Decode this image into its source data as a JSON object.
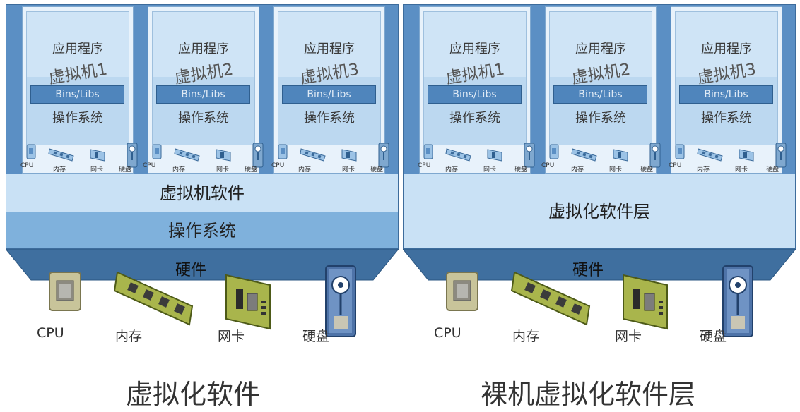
{
  "left": {
    "vms": [
      {
        "app": "应用程序",
        "name": "虚拟机1",
        "bins": "Bins/Libs",
        "os": "操作系统"
      },
      {
        "app": "应用程序",
        "name": "虚拟机2",
        "bins": "Bins/Libs",
        "os": "操作系统"
      },
      {
        "app": "应用程序",
        "name": "虚拟机3",
        "bins": "Bins/Libs",
        "os": "操作系统"
      }
    ],
    "virtual_hw": {
      "cpu": "CPU",
      "mem": "内存",
      "nic": "网卡",
      "disk": "硬盘"
    },
    "vm_software": "虚拟机软件",
    "host_os": "操作系统",
    "hardware": "硬件",
    "hw": {
      "cpu": "CPU",
      "mem": "内存",
      "nic": "网卡",
      "disk": "硬盘"
    },
    "caption": "虚拟化软件"
  },
  "right": {
    "vms": [
      {
        "app": "应用程序",
        "name": "虚拟机1",
        "bins": "Bins/Libs",
        "os": "操作系统"
      },
      {
        "app": "应用程序",
        "name": "虚拟机2",
        "bins": "Bins/Libs",
        "os": "操作系统"
      },
      {
        "app": "应用程序",
        "name": "虚拟机3",
        "bins": "Bins/Libs",
        "os": "操作系统"
      }
    ],
    "virtual_hw": {
      "cpu": "CPU",
      "mem": "内存",
      "nic": "网卡",
      "disk": "硬盘"
    },
    "virt_layer": "虚拟化软件层",
    "hardware": "硬件",
    "hw": {
      "cpu": "CPU",
      "mem": "内存",
      "nic": "网卡",
      "disk": "硬盘"
    },
    "caption": "裸机虚拟化软件层"
  },
  "colors": {
    "panel": "#5b8fc4",
    "band_light": "#c9e1f5",
    "band_mid": "#7fb1dc",
    "trapezoid": "#3f6f9f"
  }
}
